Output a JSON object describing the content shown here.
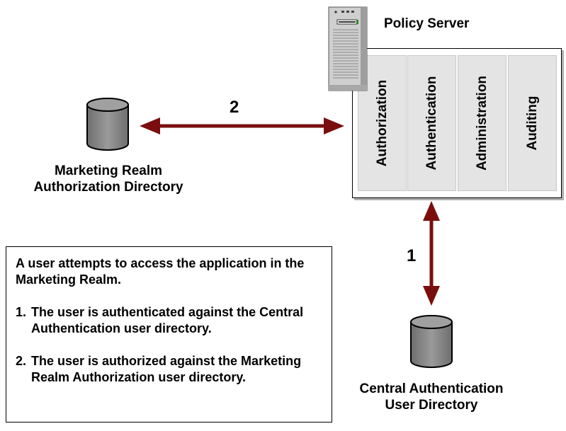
{
  "policy_server": {
    "title": "Policy Server",
    "columns": [
      "Authorization",
      "Authentication",
      "Administration",
      "Auditing"
    ]
  },
  "marketing_directory": {
    "line1": "Marketing Realm",
    "line2": "Authorization Directory"
  },
  "central_directory": {
    "line1": "Central Authentication",
    "line2": "User Directory"
  },
  "arrows": {
    "authorization_step": "2",
    "authentication_step": "1"
  },
  "info": {
    "intro": "A user attempts to access the application in the Marketing Realm.",
    "steps": [
      {
        "num": "1.",
        "text": "The user is authenticated against the Central Authentication user directory."
      },
      {
        "num": "2.",
        "text": "The user is authorized against the Marketing Realm Authorization user directory."
      }
    ]
  },
  "colors": {
    "arrow": "#7a0e0e",
    "cylinder": "#8c8c8c",
    "column_fill": "#e4e4e4"
  }
}
